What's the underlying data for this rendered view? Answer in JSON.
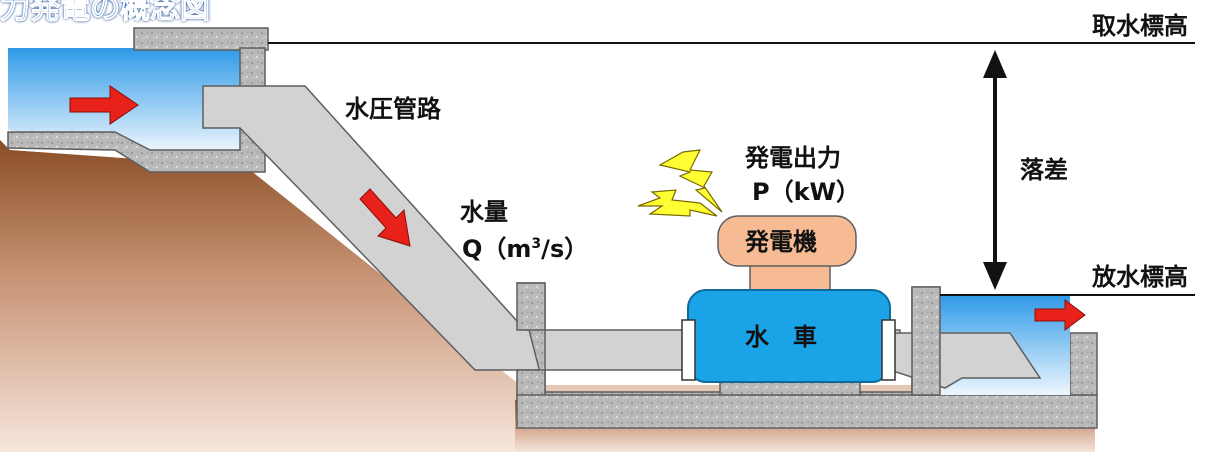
{
  "title": "力発電の概念図",
  "labels": {
    "intake_level": "取水標高",
    "discharge_level": "放水標高",
    "head": "落差",
    "penstock": "水圧管路",
    "flow_name": "水量",
    "flow_symbol": "Q（m",
    "flow_exp": "3",
    "flow_tail": "/s）",
    "power_name": "発電出力",
    "power_symbol": "P（kW）",
    "generator": "発電機",
    "turbine": "水　車"
  },
  "colors": {
    "ground_top": "#8a4e25",
    "ground_bottom": "#f6e6dc",
    "water_top": "#2f9ae8",
    "water_bottom": "#eaf4fc",
    "concrete": "#b9b9b9",
    "pipe": "#d2d2d2",
    "turbine": "#1aa3e6",
    "generator": "#f6bb92",
    "arrow": "#e8221a",
    "lightning": "#ffff33"
  },
  "icons": [
    "flow-arrow-icon",
    "lightning-icon",
    "double-arrow-icon"
  ]
}
